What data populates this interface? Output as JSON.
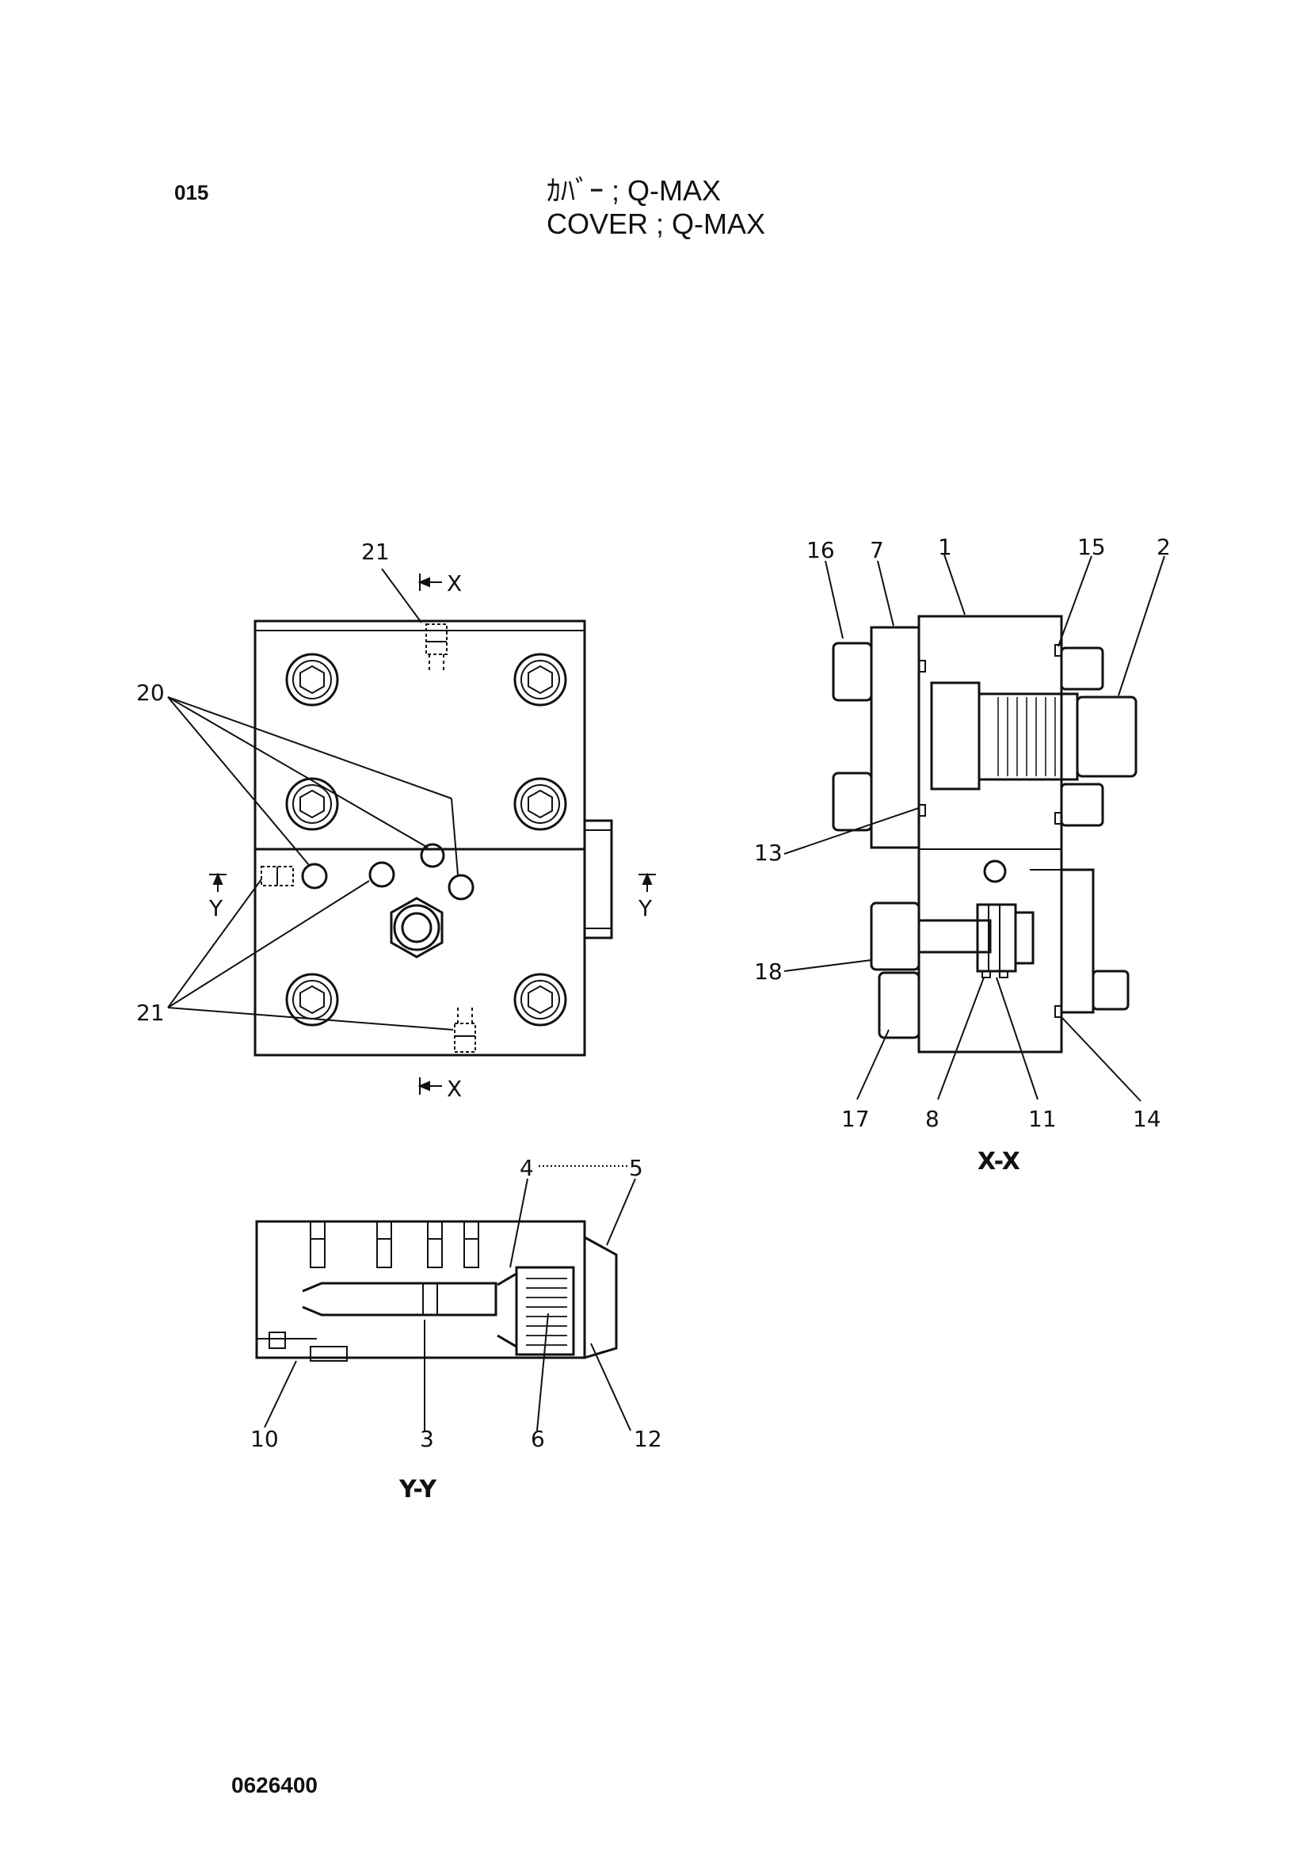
{
  "header": {
    "page_number": "015",
    "title_jp": "ｶﾊﾞｰ ; Q-MAX",
    "title_en": "COVER ; Q-MAX"
  },
  "footer": {
    "doc_code": "0626400"
  },
  "views": {
    "top": {
      "section_mark_x": "X",
      "section_mark_y": "Y",
      "callouts": {
        "c21_top": "21",
        "c20": "20",
        "c21_bottom": "21"
      }
    },
    "side": {
      "caption": "X-X",
      "callouts": {
        "c16": "16",
        "c7": "7",
        "c1": "1",
        "c15": "15",
        "c2": "2",
        "c13": "13",
        "c18": "18",
        "c17": "17",
        "c8": "8",
        "c11": "11",
        "c14": "14"
      }
    },
    "bottom": {
      "caption": "Y-Y",
      "callouts": {
        "c4": "4",
        "c5": "5",
        "c10": "10",
        "c3": "3",
        "c6": "6",
        "c12": "12"
      }
    }
  }
}
